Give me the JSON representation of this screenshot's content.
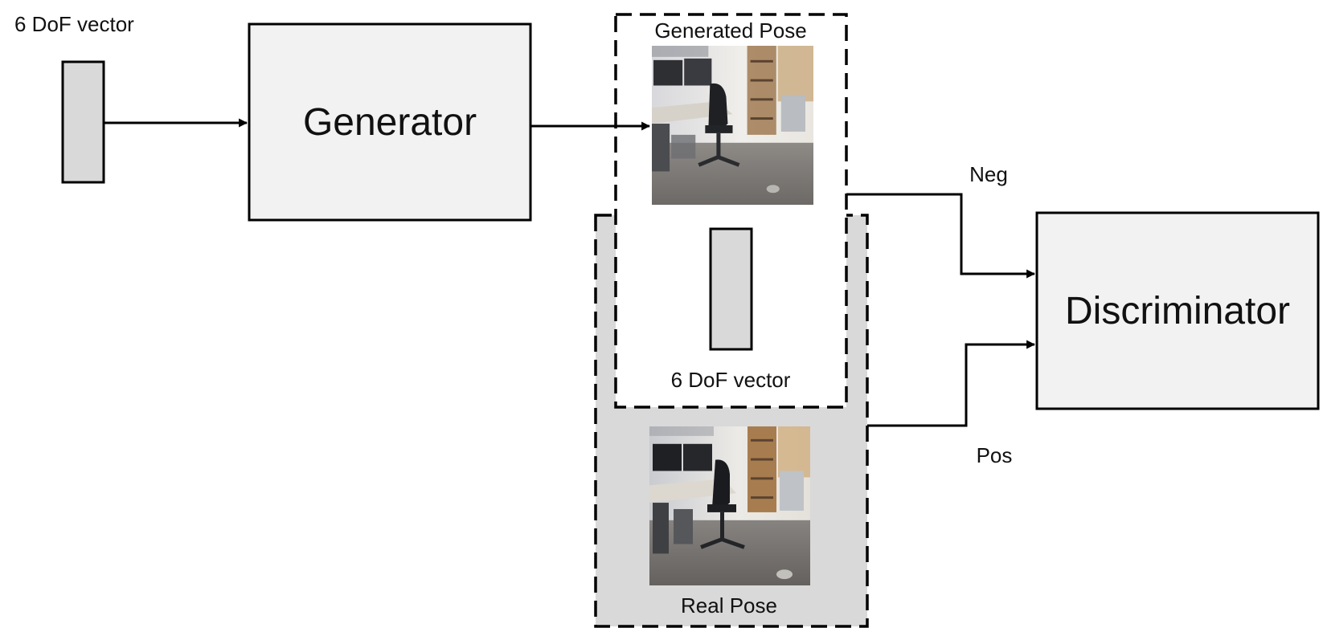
{
  "diagram": {
    "input_vector_label": "6 DoF vector",
    "generator_label": "Generator",
    "generated_pose_label": "Generated Pose",
    "inner_vector_label": "6 DoF vector",
    "real_pose_label": "Real Pose",
    "discriminator_label": "Discriminator",
    "neg_label": "Neg",
    "pos_label": "Pos"
  },
  "colors": {
    "box_fill": "#f2f2f2",
    "vector_fill": "#d9d9d9",
    "real_region_fill": "#d9d9d9",
    "stroke": "#000000"
  }
}
